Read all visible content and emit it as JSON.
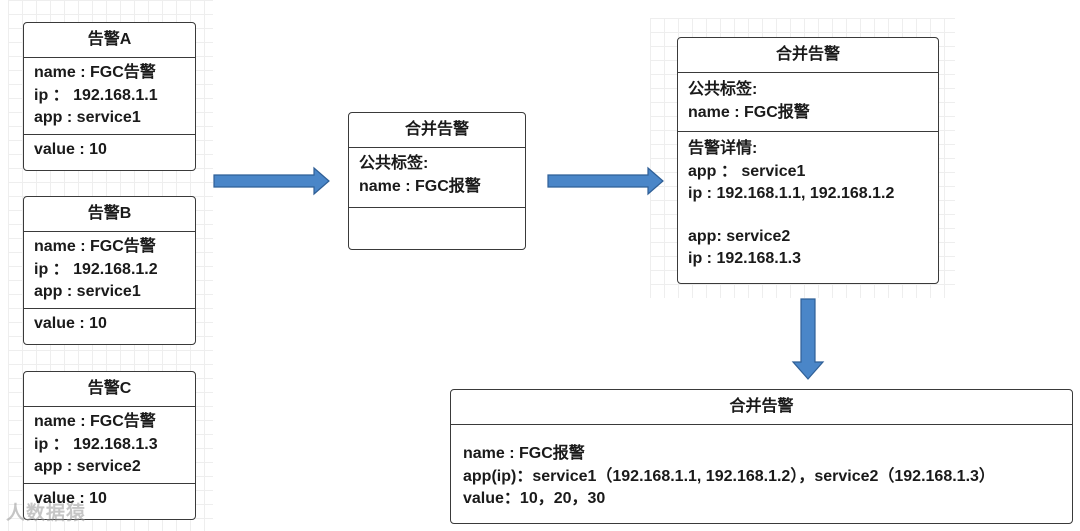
{
  "alert_a": {
    "title": "告警A",
    "name": "name : FGC告警",
    "ip": "ip ： 192.168.1.1",
    "app": "app : service1",
    "value": "value : 10"
  },
  "alert_b": {
    "title": "告警B",
    "name": "name : FGC告警",
    "ip": "ip ： 192.168.1.2",
    "app": "app : service1",
    "value": "value : 10"
  },
  "alert_c": {
    "title": "告警C",
    "name": "name : FGC告警",
    "ip": "ip ： 192.168.1.3",
    "app": "app : service2",
    "value": "value : 10"
  },
  "merge_1": {
    "title": "合并告警",
    "public_label": "公共标签:",
    "name": "name : FGC报警"
  },
  "merge_2": {
    "title": "合并告警",
    "public_label": "公共标签:",
    "name": "name : FGC报警",
    "detail_label": "告警详情:",
    "app1": "app ： service1",
    "ip1": "ip : 192.168.1.1, 192.168.1.2",
    "app2": "app: service2",
    "ip2": "ip : 192.168.1.3"
  },
  "merge_final": {
    "title": "合并告警",
    "name": "name : FGC报警",
    "app_ip": "app(ip)：service1（192.168.1.1, 192.168.1.2），service2（192.168.1.3）",
    "value": "value：10，20，30"
  },
  "watermark": "人数据猿",
  "colors": {
    "arrow_fill": "#4a86c8",
    "arrow_stroke": "#2f5f96",
    "box_border": "#3a3a3a",
    "grid": "#eeeeee"
  }
}
